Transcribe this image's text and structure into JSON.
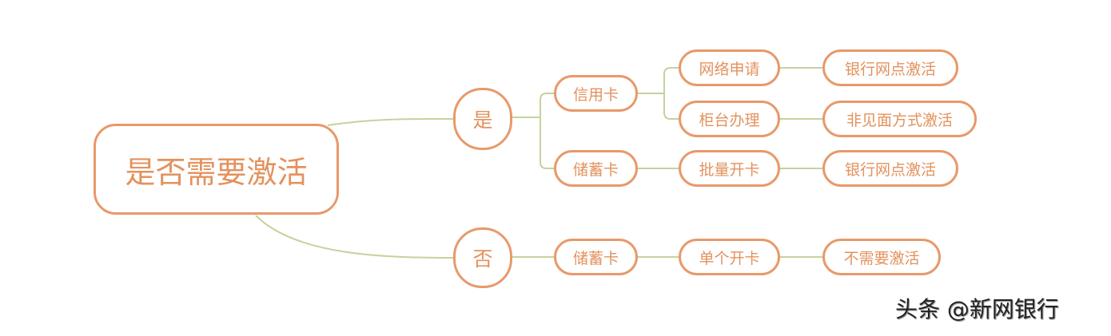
{
  "root": "是否需要激活",
  "branches": {
    "yes": {
      "label": "是",
      "credit": {
        "label": "信用卡",
        "online": {
          "label": "网络申请",
          "result": "银行网点激活"
        },
        "counter": {
          "label": "柜台办理",
          "result": "非见面方式激活"
        }
      },
      "debit": {
        "label": "储蓄卡",
        "batch": {
          "label": "批量开卡",
          "result": "银行网点激活"
        }
      }
    },
    "no": {
      "label": "否",
      "debit": {
        "label": "储蓄卡",
        "single": {
          "label": "单个开卡",
          "result": "不需要激活"
        }
      }
    }
  },
  "watermark": "头条 @新网银行",
  "colors": {
    "border": "#e8996a",
    "text": "#e3925d",
    "line": "#c3d39c"
  }
}
